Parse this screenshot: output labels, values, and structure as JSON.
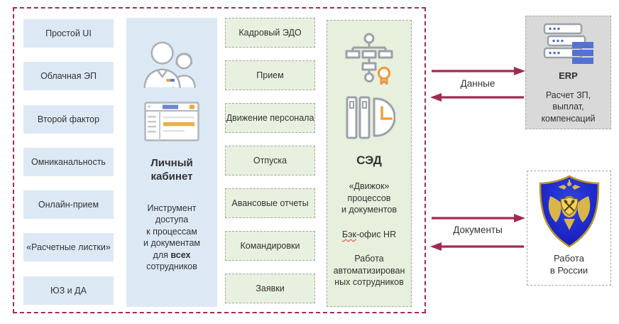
{
  "features": [
    "Простой UI",
    "Облачная ЭП",
    "Второй фактор",
    "Омниканальность",
    "Онлайн-прием",
    "«Расчетные листки»",
    "ЮЗ и ДА"
  ],
  "processes": [
    "Кадровый ЭДО",
    "Прием",
    "Движение персонала",
    "Отпуска",
    "Авансовые отчеты",
    "Командировки",
    "Заявки"
  ],
  "cabinet": {
    "title": "Личный\nкабинет",
    "desc_before": "Инструмент\nдоступа\nк процессам\nи документам\nдля ",
    "desc_bold": "всех",
    "desc_after": "\nсотрудников"
  },
  "sed": {
    "title": "СЭД",
    "engine_text": "«Движок»\nпроцессов\nи документов",
    "backoffice_word": "Бэк",
    "backoffice_rest": "-офис HR",
    "work_text": "Работа\nавтоматизирован\nных сотрудников"
  },
  "erp": {
    "title": "ERP",
    "description": "Расчет ЗП,\nвыплат,\nкомпенсаций"
  },
  "rabota": {
    "label": "Работа\nв России"
  },
  "flows": {
    "data_label": "Данные",
    "docs_label": "Документы"
  },
  "icons": {
    "cabinet": [
      "people-icon",
      "browser-window-icon"
    ],
    "sed": [
      "flowchart-award-icon",
      "documents-clock-icon"
    ],
    "erp": "server-stack-icon",
    "rabota": "russia-emblem-shield-icon"
  },
  "colors": {
    "accent": "#a12b50",
    "panel_blue": "#dce9f5",
    "panel_green": "#e6f0dc",
    "box_green": "#e8f1df",
    "box_gray": "#d9d9d9",
    "dash_gray": "#a6a6a6",
    "icon_orange": "#e8973c",
    "icon_blue": "#5472d3"
  }
}
